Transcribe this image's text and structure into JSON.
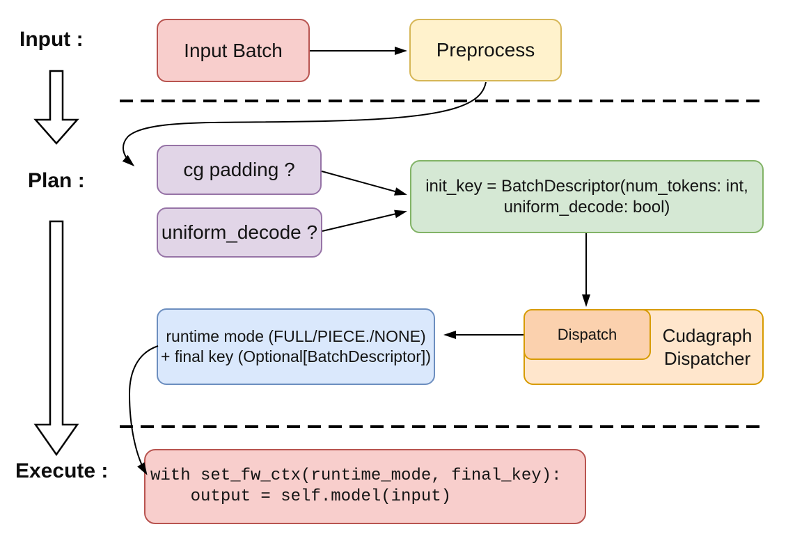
{
  "stages": {
    "input_label": "Input :",
    "plan_label": "Plan :",
    "execute_label": "Execute :"
  },
  "nodes": {
    "input_batch": {
      "label": "Input Batch",
      "fill": "#f8cecc",
      "border": "#b85450"
    },
    "preprocess": {
      "label": "Preprocess",
      "fill": "#fff2cc",
      "border": "#d6b656"
    },
    "cg_padding": {
      "label": "cg padding ?",
      "fill": "#e1d5e7",
      "border": "#9673a6"
    },
    "uniform_decode": {
      "label": "uniform_decode ?",
      "fill": "#e1d5e7",
      "border": "#9673a6"
    },
    "init_key": {
      "lines": [
        "init_key = BatchDescriptor(num_tokens: int,",
        "uniform_decode: bool)"
      ],
      "fill": "#d5e8d4",
      "border": "#82b366"
    },
    "runtime_mode": {
      "lines": [
        "runtime mode (FULL/PIECE./NONE)",
        "+ final key (Optional[BatchDescriptor])"
      ],
      "fill": "#dae8fc",
      "border": "#6c8ebf"
    },
    "dispatch": {
      "label": "Dispatch",
      "fill": "#fbd1ae",
      "border": "#d79b00"
    },
    "cudagraph_dispatcher": {
      "lines": [
        "Cudagraph",
        "Dispatcher"
      ],
      "fill": "#ffe6cc",
      "border": "#d79b00"
    },
    "execute_code": {
      "lines": [
        "with set_fw_ctx(runtime_mode, final_key):",
        "    output = self.model(input)"
      ],
      "fill": "#f8cecc",
      "border": "#b85450"
    }
  },
  "divider_color": "#000000",
  "arrow_color": "#000000"
}
